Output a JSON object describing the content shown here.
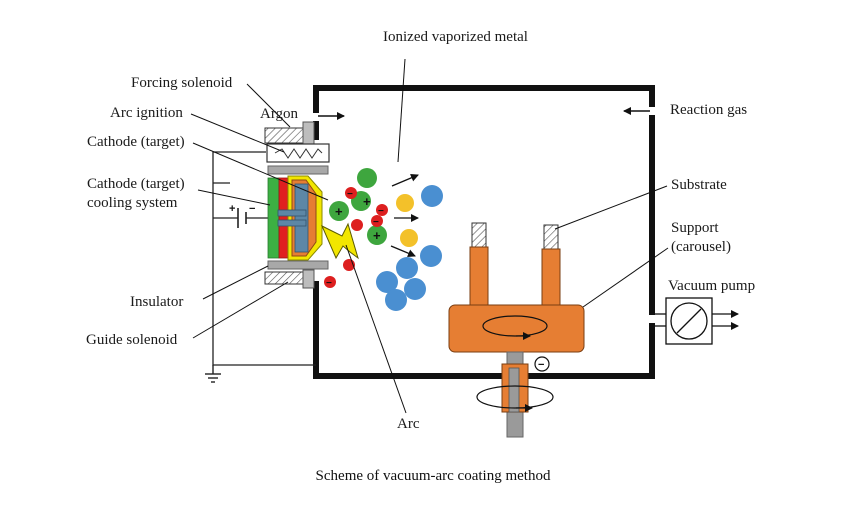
{
  "labels": {
    "ionized_vaporized_metal": "Ionized vaporized metal",
    "forcing_solenoid": "Forcing solenoid",
    "argon": "Argon",
    "arc_ignition": "Arc ignition",
    "cathode_target": "Cathode (target)",
    "cathode_cooling_line1": "Cathode (target)",
    "cathode_cooling_line2": "cooling system",
    "insulator": "Insulator",
    "guide_solenoid": "Guide solenoid",
    "reaction_gas": "Reaction gas",
    "substrate": "Substrate",
    "support_line1": "Support",
    "support_line2": "(carousel)",
    "vacuum_pump": "Vacuum pump",
    "arc": "Arc"
  },
  "caption": "Scheme of vacuum-arc coating method",
  "symbols": {
    "plus": "+",
    "minus": "−"
  },
  "colors": {
    "chamber": "#111111",
    "copper": "#e67e33",
    "cathode_yellow": "#f2e600",
    "cathode_red": "#e02020",
    "cathode_green": "#3cb043",
    "cathode_blue_gray": "#5d87a6",
    "insulator_gray": "#a8a8a8",
    "ion_green": "#3ea63e",
    "electron_red": "#dd1f1f",
    "atom_yellow": "#f3c12a",
    "atom_blue": "#4a8fd1",
    "shaft_gray": "#9a9a9a"
  },
  "icons": {
    "coil": "coil-icon",
    "pump": "vacuum-pump-icon",
    "ground": "ground-icon",
    "battery": "battery-icon",
    "rotation": "rotation-arrow-icon",
    "arc_bolt": "arc-bolt-icon"
  }
}
